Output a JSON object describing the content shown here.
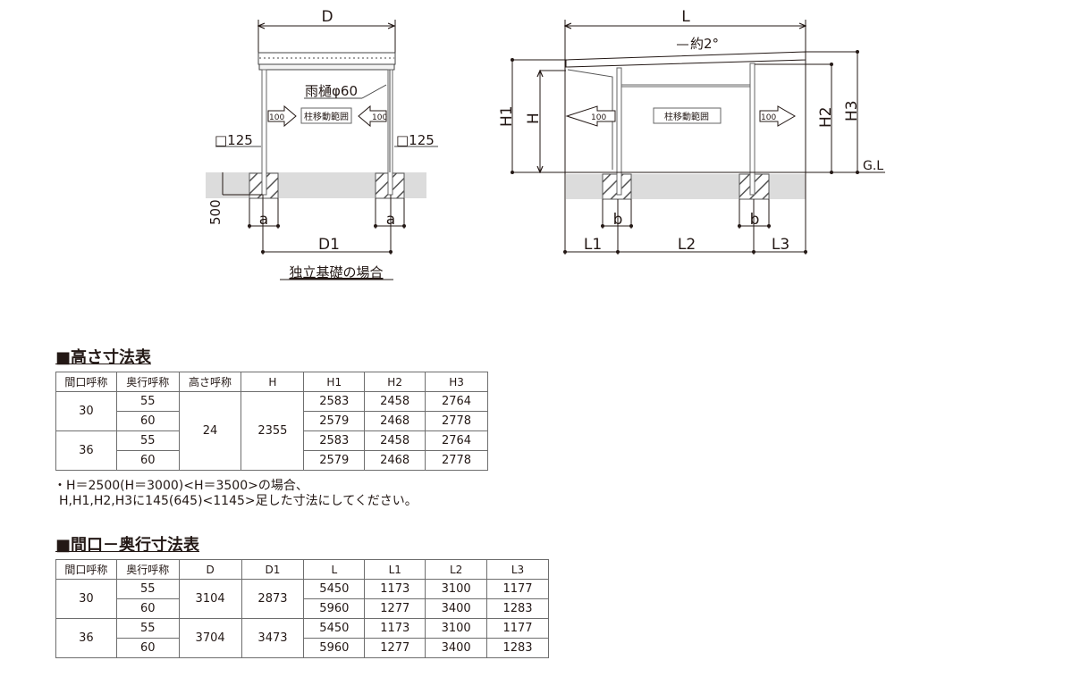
{
  "diagram_side": {
    "dim_D": "D",
    "gutter_label": "雨樋φ60",
    "post_size_left": "□125",
    "post_size_right": "□125",
    "arrow_left_value": "100",
    "arrow_right_value": "100",
    "range_label": "柱移動範囲",
    "depth_500": "500",
    "dim_a_left": "a",
    "dim_a_right": "a",
    "dim_D1": "D1",
    "caption": "独立基礎の場合"
  },
  "diagram_front": {
    "dim_L": "L",
    "slope_label": "約2°",
    "dim_H1": "H1",
    "dim_H": "H",
    "dim_H2": "H2",
    "dim_H3": "H3",
    "gl_label": "G.L",
    "arrow_left_value": "100",
    "arrow_right_value": "100",
    "range_label": "柱移動範囲",
    "dim_b_left": "b",
    "dim_b_right": "b",
    "dim_L1": "L1",
    "dim_L2": "L2",
    "dim_L3": "L3"
  },
  "height_table": {
    "title": "■高さ寸法表",
    "headers": [
      "間口呼称",
      "奥行呼称",
      "高さ呼称",
      "H",
      "H1",
      "H2",
      "H3"
    ],
    "width_names": [
      "30",
      "36"
    ],
    "height_name": "24",
    "H": "2355",
    "rows": [
      {
        "depth": "55",
        "H1": "2583",
        "H2": "2458",
        "H3": "2764"
      },
      {
        "depth": "60",
        "H1": "2579",
        "H2": "2468",
        "H3": "2778"
      },
      {
        "depth": "55",
        "H1": "2583",
        "H2": "2458",
        "H3": "2764"
      },
      {
        "depth": "60",
        "H1": "2579",
        "H2": "2468",
        "H3": "2778"
      }
    ],
    "note_line1": "・H＝2500(H＝3000)<H＝3500>の場合、",
    "note_line2": "H,H1,H2,H3に145(645)<1145>足した寸法にしてください。"
  },
  "width_depth_table": {
    "title": "■間口－奥行寸法表",
    "headers": [
      "間口呼称",
      "奥行呼称",
      "D",
      "D1",
      "L",
      "L1",
      "L2",
      "L3"
    ],
    "groups": [
      {
        "width": "30",
        "D": "3104",
        "D1": "2873"
      },
      {
        "width": "36",
        "D": "3704",
        "D1": "3473"
      }
    ],
    "rows": [
      {
        "depth": "55",
        "L": "5450",
        "L1": "1173",
        "L2": "3100",
        "L3": "1177"
      },
      {
        "depth": "60",
        "L": "5960",
        "L1": "1277",
        "L2": "3400",
        "L3": "1283"
      },
      {
        "depth": "55",
        "L": "5450",
        "L1": "1173",
        "L2": "3100",
        "L3": "1177"
      },
      {
        "depth": "60",
        "L": "5960",
        "L1": "1277",
        "L2": "3400",
        "L3": "1283"
      }
    ]
  }
}
